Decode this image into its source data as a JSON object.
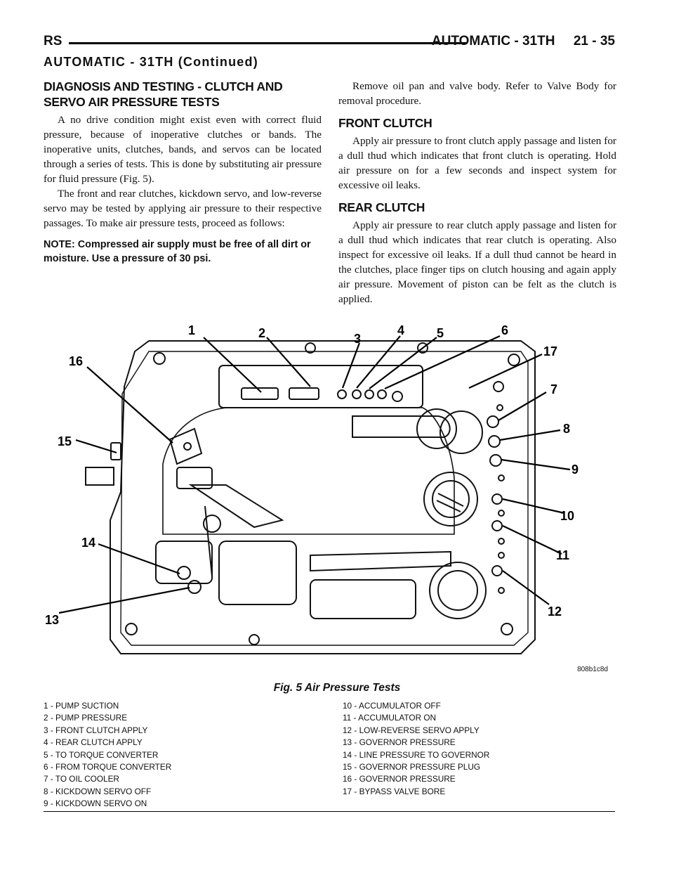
{
  "header": {
    "left": "RS",
    "right": "AUTOMATIC - 31TH     21 - 35"
  },
  "continued_title": "AUTOMATIC - 31TH (Continued)",
  "left_column": {
    "heading": "DIAGNOSIS AND TESTING - CLUTCH AND SERVO AIR PRESSURE TESTS",
    "paragraph1": "A no drive condition might exist even with correct fluid pressure, because of inoperative clutches or bands. The inoperative units, clutches, bands, and servos can be located through a series of tests. This is done by substituting air pressure for fluid pressure (Fig. 5).",
    "paragraph2": "The front and rear clutches, kickdown servo, and low-reverse servo may be tested by applying air pressure to their respective passages. To make air pressure tests, proceed as follows:",
    "note": "NOTE: Compressed air supply must be free of all dirt or moisture. Use a pressure of 30 psi."
  },
  "right_column": {
    "intro": "Remove oil pan and valve body. Refer to Valve Body for removal procedure.",
    "front_clutch": {
      "heading": "FRONT CLUTCH",
      "text": "Apply air pressure to front clutch apply passage and listen for a dull thud which indicates that front clutch is operating. Hold air pressure on for a few seconds and inspect system for excessive oil leaks."
    },
    "rear_clutch": {
      "heading": "REAR CLUTCH",
      "text": "Apply air pressure to rear clutch apply passage and listen for a dull thud which indicates that rear clutch is operating. Also inspect for excessive oil leaks. If a dull thud cannot be heard in the clutches, place finger tips on clutch housing and again apply air pressure. Movement of piston can be felt as the clutch is applied."
    }
  },
  "figure": {
    "code": "808b1c8d",
    "caption": "Fig. 5 Air Pressure Tests",
    "callouts": [
      "1",
      "2",
      "3",
      "4",
      "5",
      "6",
      "7",
      "8",
      "9",
      "10",
      "11",
      "12",
      "13",
      "14",
      "15",
      "16",
      "17"
    ]
  },
  "legend": {
    "left": [
      "1 - PUMP SUCTION",
      "2 - PUMP PRESSURE",
      "3 - FRONT CLUTCH APPLY",
      "4 - REAR CLUTCH APPLY",
      "5 - TO TORQUE CONVERTER",
      "6 - FROM TORQUE CONVERTER",
      "7 - TO OIL COOLER",
      "8 - KICKDOWN SERVO OFF",
      "9 - KICKDOWN SERVO ON"
    ],
    "right": [
      "10 - ACCUMULATOR OFF",
      "11 - ACCUMULATOR ON",
      "12 - LOW-REVERSE SERVO APPLY",
      "13 - GOVERNOR PRESSURE",
      "14 - LINE PRESSURE TO GOVERNOR",
      "15 - GOVERNOR PRESSURE PLUG",
      "16 - GOVERNOR PRESSURE",
      "17 - BYPASS VALVE BORE"
    ]
  }
}
